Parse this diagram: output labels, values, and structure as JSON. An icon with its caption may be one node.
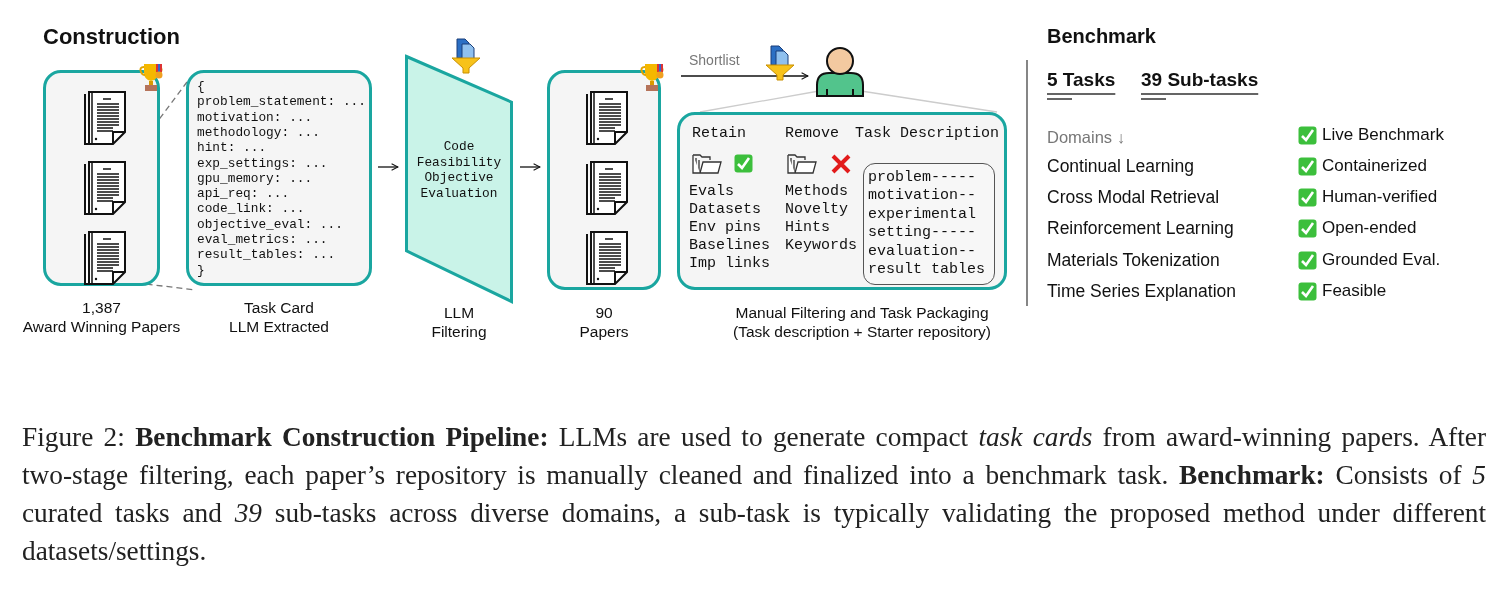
{
  "diagram": {
    "caption": "Figure 2: **Benchmark Construction Pipeline:** LLMs are used to generate compact *task cards* from award-winning papers. After two-stage filtering, each paper’s repository is manually cleaned and finalized into a benchmark task. **Benchmark:** Consists of *5* curated tasks and *39* sub-tasks across diverse domains, a sub-task is typically validating the proposed method under different datasets/settings.",
    "nodes": [
      {
        "text": [],
        "shape": "box",
        "beside": [
          "1,387",
          "Award Winning Papers"
        ]
      },
      {
        "text": [
          "{",
          "problem_statement: ...",
          "motivation: ...",
          "methodology: ...",
          "hint: ...",
          "exp_settings: ...",
          "gpu_memory: ...",
          "api_req: ...",
          "code_link: ...",
          "objective_eval: ...",
          "eval_metrics: ...",
          "result_tables: ...",
          "}"
        ],
        "beside": [
          "Task Card",
          "LLM Extracted"
        ]
      },
      {
        "text": [
          "Code",
          "Feasibility",
          "Objective",
          "Evaluation"
        ],
        "beside": [
          "LLM",
          "Filtering"
        ]
      },
      {
        "text": [],
        "shape": "box",
        "beside": [
          "90",
          "Papers"
        ]
      },
      {
        "text": [],
        "shape": "person"
      },
      {
        "text": [
          "Retain",
          "Evals",
          "Datasets",
          "Env pins",
          "Baselines",
          "Imp links",
          "Remove",
          "Methods",
          "Novelty",
          "Hints",
          "Keywords",
          "Task Description"
        ],
        "beside": [
          "Manual Filtering and Task Packaging",
          "(Task description + Starter repository)"
        ]
      },
      {
        "text": [
          "problem-----",
          "motivation--",
          "experimental",
          "setting-----",
          "evaluation--",
          "result tables"
        ],
        "in": 5
      }
    ],
    "edges": [
      {
        "from": 0,
        "to": 1,
        "arrow": "none",
        "style": "dashed",
        "color": "#777777"
      },
      {
        "from": 0,
        "to": 1,
        "arrow": "none",
        "style": "dashed",
        "color": "#777777"
      },
      {
        "from": 1,
        "to": 2,
        "arrow": "to"
      },
      {
        "from": 2,
        "to": 3,
        "arrow": "to"
      },
      {
        "from": 3,
        "to": 4,
        "arrow": "to",
        "label": "Shortlist"
      },
      {
        "from": 4,
        "to": 5,
        "arrow": "none",
        "color": "#cccccc"
      },
      {
        "from": 4,
        "to": 5,
        "arrow": "none",
        "color": "#cccccc"
      }
    ],
    "labels": [
      "Construction",
      "Benchmark",
      "5 Tasks",
      "39 Sub-tasks",
      "Domains ↓",
      "Live Benchmark",
      "Continual Learning",
      "Containerized",
      "Cross Modal Retrieval",
      "Human-verified",
      "Reinforcement Learning",
      "Open-ended",
      "Materials Tokenization",
      "Grounded Eval.",
      "Time Series Explanation",
      "Feasible"
    ]
  }
}
